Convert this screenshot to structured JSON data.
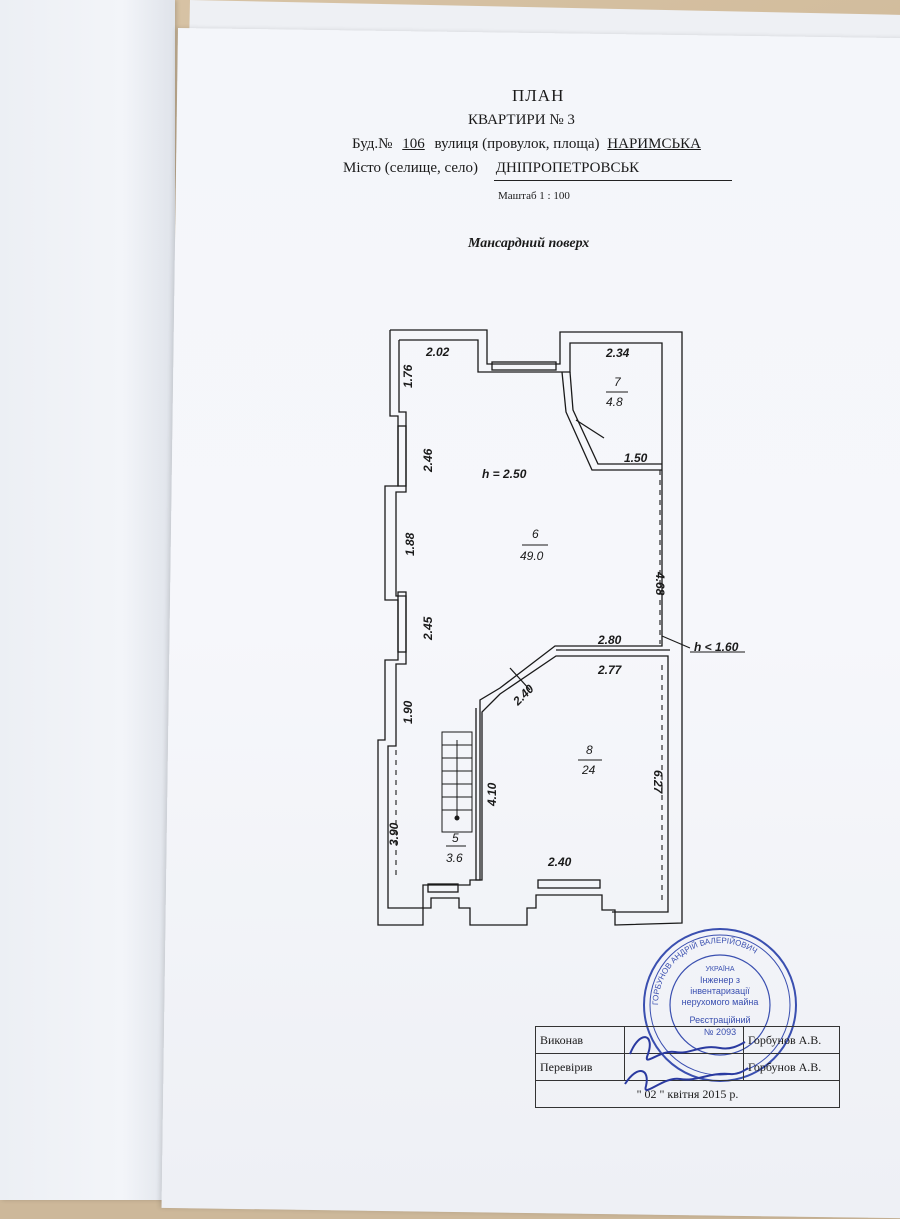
{
  "document": {
    "title": "ПЛАН",
    "apartment_label": "КВАРТИРИ № 3",
    "building_prefix": "Буд.№",
    "building_number": "106",
    "street_label": "вулиця (провулок, площа)",
    "street_name": "НАРИМСЬКА",
    "city_label": "Місто (селище, село)",
    "city_name": "ДНІПРОПЕТРОВСЬК",
    "scale": "Маштаб  1 : 100",
    "floor_name": "Мансардний поверх"
  },
  "plan": {
    "height_main": "h = 2.50",
    "height_low": "h < 1.60",
    "rooms": [
      {
        "number": "7",
        "area": "4.8"
      },
      {
        "number": "6",
        "area": "49.0"
      },
      {
        "number": "8",
        "area": "24"
      },
      {
        "number": "5",
        "area": "3.6"
      }
    ],
    "dimensions": {
      "d202": "2.02",
      "d234": "2.34",
      "d176": "1.76",
      "d246": "2.46",
      "d150": "1.50",
      "d188": "1.88",
      "d468": "4.68",
      "d245": "2.45",
      "d280": "2.80",
      "d277": "2.77",
      "d240a": "2.40",
      "d190": "1.90",
      "d410": "4.10",
      "d627": "6.27",
      "d390": "3.90",
      "d240b": "2.40"
    }
  },
  "stamp": {
    "center_lines": [
      "УКРАЇНА",
      "Інженер з",
      "інвентаризації",
      "нерухомого майна",
      "Реєстраційний",
      "№ 2093"
    ],
    "ring_text": "ГОРБУНОВ АНДРІЙ ВАЛЕРІЙОВИЧ"
  },
  "signatures": {
    "executed_label": "Виконав",
    "executed_name": "Горбунов А.В.",
    "checked_label": "Перевірив",
    "checked_name": "Горбунов А.В.",
    "date": "\" 02 \"  квітня   2015 р."
  }
}
